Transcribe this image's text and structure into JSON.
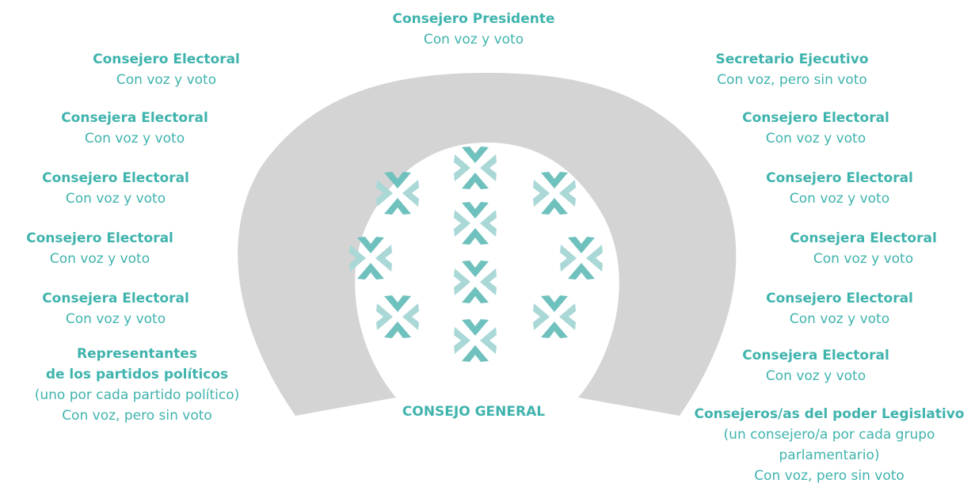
{
  "colors": {
    "accent": "#3fb3ad",
    "arch": "#d4d4d5",
    "flower_dark": "#6fc1bd",
    "flower_light": "#a9d8d6"
  },
  "center_title": "CONSEJO GENERAL",
  "members": [
    {
      "role": "Consejero Presidente",
      "desc": "Con voz y voto"
    },
    {
      "role": "Consejero Electoral",
      "desc": "Con voz y voto"
    },
    {
      "role": "Consejera Electoral",
      "desc": "Con voz y voto"
    },
    {
      "role": "Consejero Electoral",
      "desc": "Con voz y voto"
    },
    {
      "role": "Consejero Electoral",
      "desc": "Con voz y voto"
    },
    {
      "role": "Consejera Electoral",
      "desc": "Con voz y voto"
    },
    {
      "role_lines": [
        "Representantes",
        "de los partidos políticos"
      ],
      "desc_lines": [
        "(uno por cada partido político)",
        "Con voz, pero sin voto"
      ]
    },
    {
      "role": "Secretario Ejecutivo",
      "desc": "Con voz, pero sin voto"
    },
    {
      "role": "Consejero Electoral",
      "desc": "Con voz y voto"
    },
    {
      "role": "Consejero Electoral",
      "desc": "Con voz y voto"
    },
    {
      "role": "Consejera Electoral",
      "desc": "Con voz y voto"
    },
    {
      "role": "Consejero Electoral",
      "desc": "Con voz y voto"
    },
    {
      "role": "Consejera Electoral",
      "desc": "Con voz y voto"
    },
    {
      "role": "Consejeros/as del poder Legislativo",
      "desc_lines": [
        "(un consejero/a por cada grupo",
        "parlamentario)",
        "Con voz, pero sin voto"
      ]
    }
  ]
}
